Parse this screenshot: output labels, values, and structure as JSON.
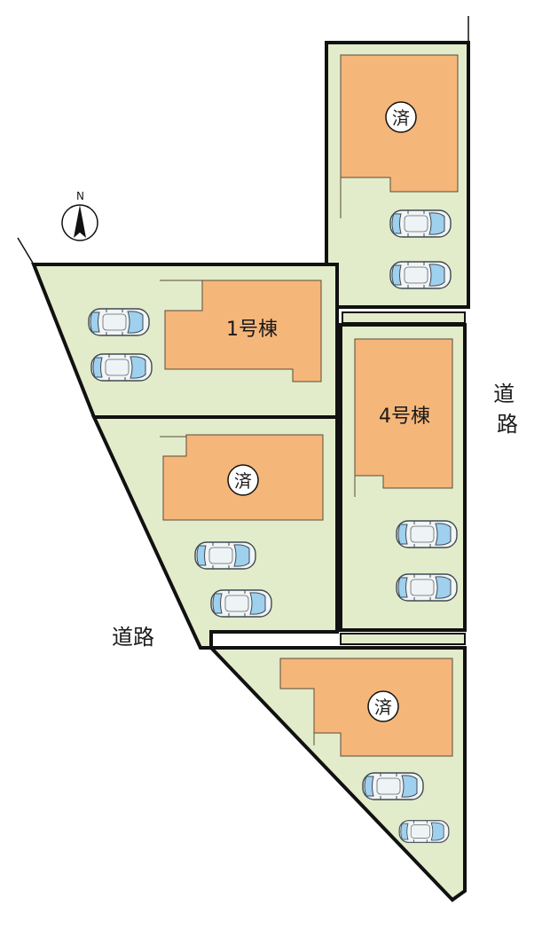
{
  "colors": {
    "lot_fill": "#e2ecca",
    "building_fill": "#f5b67a",
    "outline": "#111111",
    "car_body": "#f3f4f4",
    "car_glass": "#9fd0ee"
  },
  "compass": {
    "north_label": "N"
  },
  "roads": {
    "west_label": "道路",
    "east_label": "道\n路"
  },
  "lots": [
    {
      "id": "lot-top-right",
      "label": "済",
      "label_type": "sold"
    },
    {
      "id": "lot-1",
      "label": "1号棟",
      "label_type": "name"
    },
    {
      "id": "lot-middle-left",
      "label": "済",
      "label_type": "sold"
    },
    {
      "id": "lot-4",
      "label": "4号棟",
      "label_type": "name"
    },
    {
      "id": "lot-bottom",
      "label": "済",
      "label_type": "sold"
    }
  ]
}
